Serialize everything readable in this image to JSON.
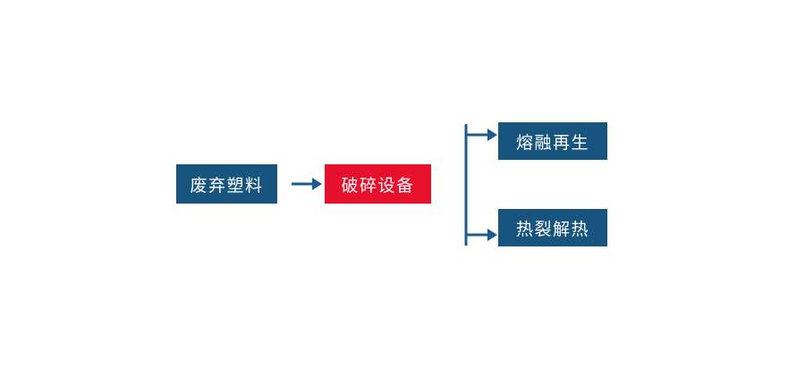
{
  "diagram": {
    "colors": {
      "primary": "#17547E",
      "accent": "#E8112D",
      "connector": "#1A5C8C",
      "label": "#FFFFFF",
      "background": "#FFFFFF"
    },
    "nodes": [
      {
        "id": "waste-plastic",
        "label": "废弃塑料",
        "style": "primary"
      },
      {
        "id": "crushing-equipment",
        "label": "破碎设备",
        "style": "accent"
      },
      {
        "id": "melt-regeneration",
        "label": "熔融再生",
        "style": "primary"
      },
      {
        "id": "pyrolysis-heat",
        "label": "热裂解热",
        "style": "primary"
      }
    ],
    "edges": [
      {
        "from": "waste-plastic",
        "to": "crushing-equipment"
      },
      {
        "from": "crushing-equipment",
        "to": "melt-regeneration"
      },
      {
        "from": "crushing-equipment",
        "to": "pyrolysis-heat"
      }
    ]
  }
}
